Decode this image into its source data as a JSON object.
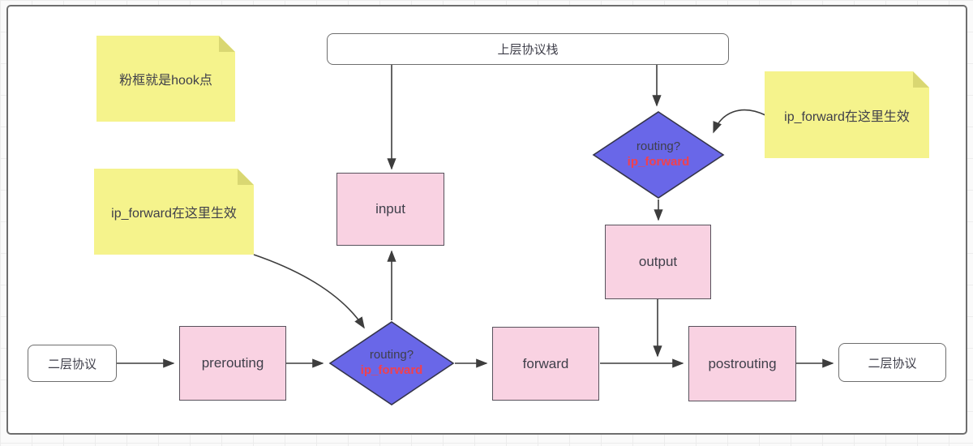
{
  "colors": {
    "pink": "#f9d2e2",
    "pink_border": "#58525c",
    "blue": "#6967e8",
    "blue_border": "#34344a",
    "yellow": "#f5f38c",
    "yellow_fold": "#d9d772",
    "red": "#f2404d",
    "text": "#3f3f4a",
    "line": "#3d3d3d",
    "box_border": "#6e6e6e",
    "canvas_bg": "#ffffff",
    "page_bg": "#fafafa",
    "grid": "#ececec"
  },
  "notes": {
    "hook_note": "粉框就是hook点",
    "ip_forward_note_left": "ip_forward在这里生效",
    "ip_forward_note_right": "ip_forward在这里生效"
  },
  "nodes": {
    "upper_protocol_stack": "上层协议栈",
    "input": "input",
    "output": "output",
    "prerouting": "prerouting",
    "forward": "forward",
    "postrouting": "postrouting",
    "layer2_left": "二层协议",
    "layer2_right": "二层协议",
    "routing_top": {
      "question": "routing?",
      "note": "ip_forward"
    },
    "routing_bottom": {
      "question": "routing?",
      "note": "ip_forward"
    }
  }
}
